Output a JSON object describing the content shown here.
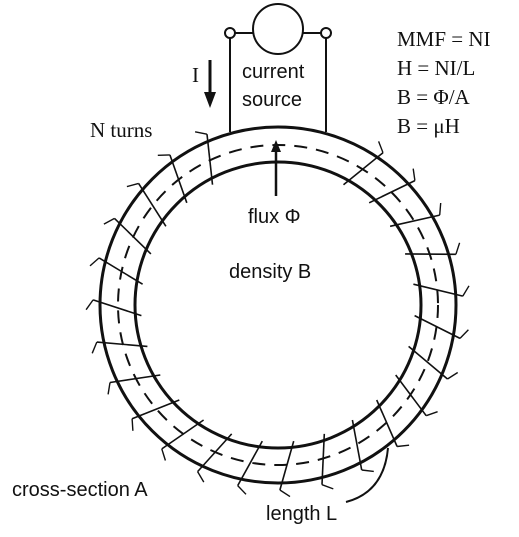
{
  "labels": {
    "current_arrow": "I",
    "source_line1": "current",
    "source_line2": "source",
    "turns": "N turns",
    "flux": "flux Φ",
    "density": "density B",
    "cross_section": "cross-section A",
    "length": "length L"
  },
  "equations": [
    "MMF = NI",
    "H = NI/L",
    "B = Φ/A",
    "B = μH"
  ],
  "winding": {
    "turns_drawn": 24,
    "color": "#111111"
  }
}
